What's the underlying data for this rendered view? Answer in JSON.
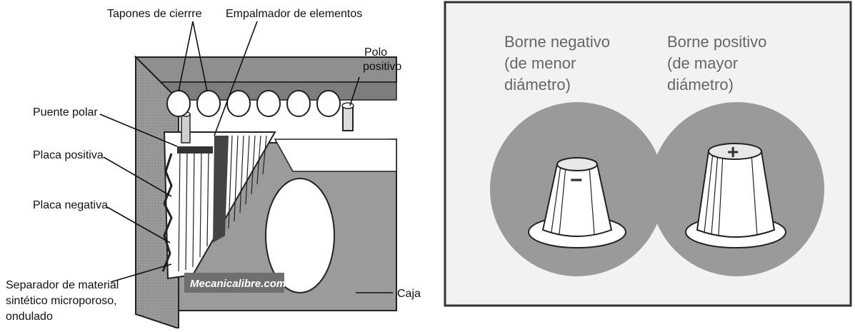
{
  "battery_diagram": {
    "labels": {
      "tapones": "Tapones de cierrre",
      "empalmador": "Empalmador de elementos",
      "polo_line1": "Polo",
      "polo_line2": "positivo",
      "puente": "Puente polar",
      "placa_positiva": "Placa positiva",
      "placa_negativa": "Placa negativa",
      "separador_line1": "Separador de material",
      "separador_line2": "sintético microporoso,",
      "separador_line3": "ondulado",
      "caja": "Caja"
    },
    "watermark": "Mecanicalibre.com"
  },
  "terminals": {
    "negative": {
      "line1": "Borne negativo",
      "line2": "(de menor",
      "line3": "diámetro)",
      "sign": "−"
    },
    "positive": {
      "line1": "Borne positivo",
      "line2": "(de mayor",
      "line3": "diámetro)",
      "sign": "+"
    }
  }
}
